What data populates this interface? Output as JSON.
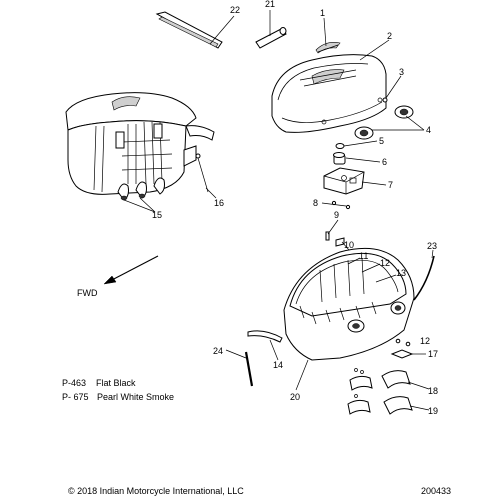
{
  "callouts": [
    "1",
    "2",
    "3",
    "4",
    "5",
    "6",
    "7",
    "8",
    "9",
    "10",
    "11",
    "12",
    "13",
    "14",
    "15",
    "16",
    "17",
    "18",
    "19",
    "20",
    "21",
    "22",
    "23",
    "24"
  ],
  "fwd_label": "FWD",
  "legend": [
    {
      "code": "P-463",
      "name": "Flat Black"
    },
    {
      "code": "P- 675",
      "name": "Pearl White Smoke"
    }
  ],
  "footer": {
    "copyright": "© 2018 Indian Motorcycle International, LLC",
    "diagram_id": "200433"
  }
}
